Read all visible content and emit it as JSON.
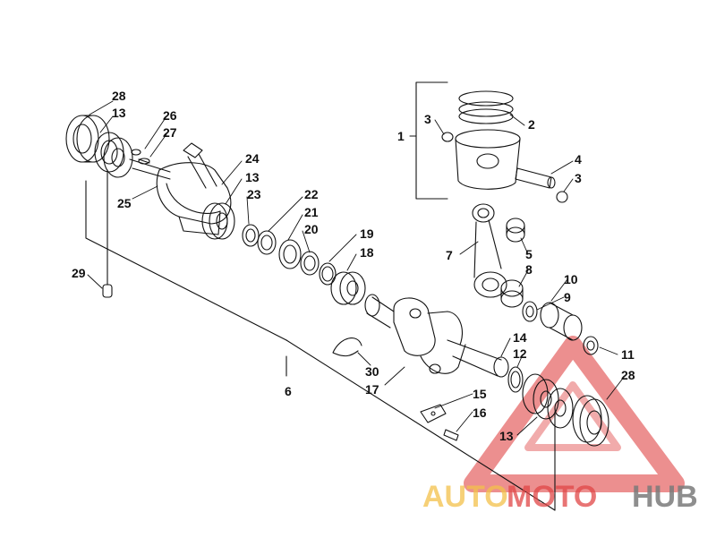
{
  "colors": {
    "ink": "#111111",
    "watermark_red": "#e04545",
    "watermark_orange": "#f3c04a",
    "watermark_gray": "#7a7a7a"
  },
  "parts": [
    {
      "id": "28a",
      "label": "28"
    },
    {
      "id": "13a",
      "label": "13"
    },
    {
      "id": "26",
      "label": "26"
    },
    {
      "id": "27",
      "label": "27"
    },
    {
      "id": "24",
      "label": "24"
    },
    {
      "id": "13b",
      "label": "13"
    },
    {
      "id": "25",
      "label": "25"
    },
    {
      "id": "23",
      "label": "23"
    },
    {
      "id": "22",
      "label": "22"
    },
    {
      "id": "21",
      "label": "21"
    },
    {
      "id": "20",
      "label": "20"
    },
    {
      "id": "19",
      "label": "19"
    },
    {
      "id": "18",
      "label": "18"
    },
    {
      "id": "29",
      "label": "29"
    },
    {
      "id": "1",
      "label": "1"
    },
    {
      "id": "3a",
      "label": "3"
    },
    {
      "id": "2",
      "label": "2"
    },
    {
      "id": "4",
      "label": "4"
    },
    {
      "id": "3b",
      "label": "3"
    },
    {
      "id": "7",
      "label": "7"
    },
    {
      "id": "5",
      "label": "5"
    },
    {
      "id": "8",
      "label": "8"
    },
    {
      "id": "10",
      "label": "10"
    },
    {
      "id": "9",
      "label": "9"
    },
    {
      "id": "14",
      "label": "14"
    },
    {
      "id": "12",
      "label": "12"
    },
    {
      "id": "11",
      "label": "11"
    },
    {
      "id": "28b",
      "label": "28"
    },
    {
      "id": "30",
      "label": "30"
    },
    {
      "id": "17",
      "label": "17"
    },
    {
      "id": "6",
      "label": "6"
    },
    {
      "id": "15",
      "label": "15"
    },
    {
      "id": "16",
      "label": "16"
    },
    {
      "id": "13c",
      "label": "13"
    }
  ],
  "watermark": {
    "part1": "AUTO",
    "part2": "MOTO",
    "part3": "HUB"
  }
}
